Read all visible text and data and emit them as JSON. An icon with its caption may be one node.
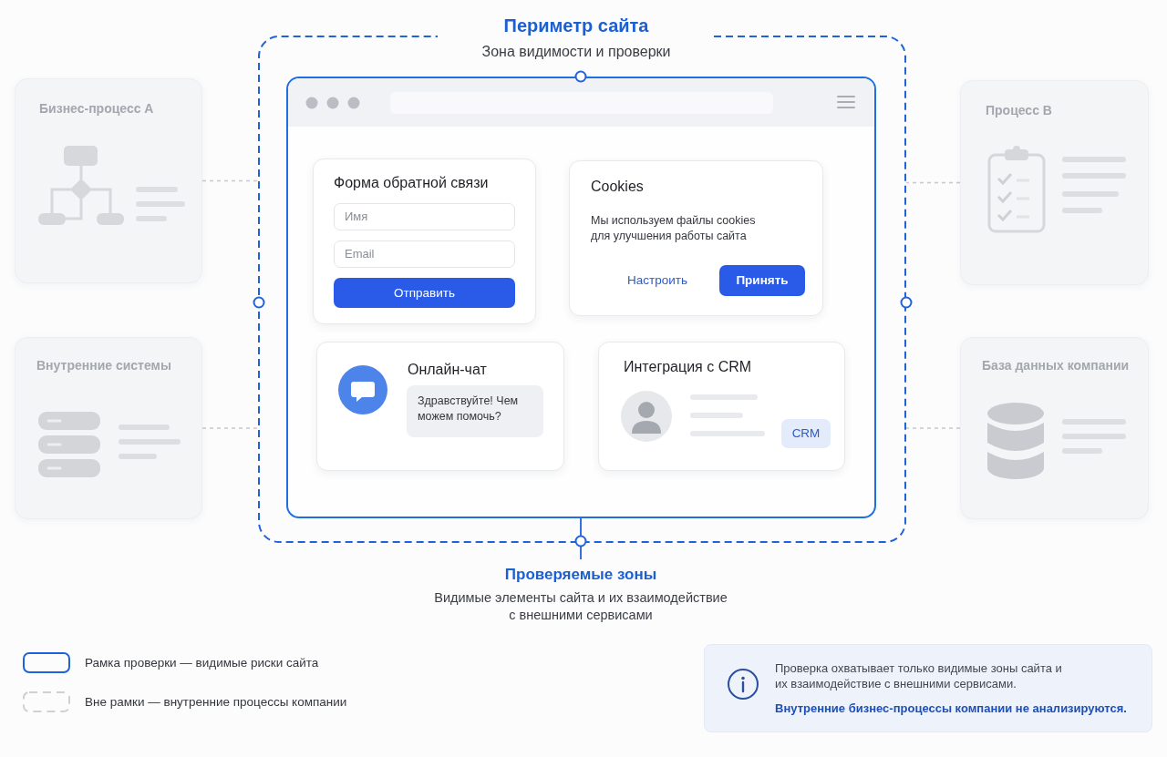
{
  "diagram": {
    "nodes": [
      {
        "text": [
          "Периметр сайта",
          "Зона видимости и проверки"
        ]
      },
      {
        "text": [],
        "shape": "box",
        "in": 0
      },
      {
        "text": [
          "Форма обратной связи",
          "Имя",
          "Email",
          "Отправить"
        ],
        "in": 1
      },
      {
        "text": [
          "Cookies",
          "Мы используем файлы cookies для улучшения работы сайта",
          "Настроить",
          "Принять"
        ],
        "in": 1
      },
      {
        "text": [
          "Онлайн-чат",
          "Здравствуйте! Чем можем помочь?"
        ],
        "in": 1
      },
      {
        "text": [
          "Интеграция с CRM",
          "CRM"
        ],
        "in": 1
      },
      {
        "text": [
          "Бизнес-процесс A"
        ]
      },
      {
        "text": [
          "Внутренние системы"
        ]
      },
      {
        "text": [
          "Процесс B"
        ]
      },
      {
        "text": [
          "База данных компании"
        ]
      },
      {
        "text": [
          "Проверяемые зоны",
          "Видимые элементы сайта и их взаимодействие с внешними сервисами"
        ]
      },
      {
        "text": [
          "Проверка охватывает только видимые зоны сайта и их взаимодействие с внешними сервисами.",
          "Внутренние бизнес-процессы компании не анализируются."
        ]
      }
    ],
    "edges": [
      {
        "from": 6,
        "to": 0,
        "arrow": "none",
        "style": "dashed"
      },
      {
        "from": 7,
        "to": 0,
        "arrow": "none",
        "style": "dashed"
      },
      {
        "from": 8,
        "to": 0,
        "arrow": "none",
        "style": "dashed"
      },
      {
        "from": 9,
        "to": 0,
        "arrow": "none",
        "style": "dashed"
      },
      {
        "from": 10,
        "to": 1,
        "arrow": "none",
        "color": "#1f63d6"
      }
    ],
    "legend": [
      {
        "text": "Рамка проверки — видимые риски сайта"
      },
      {
        "text": "Вне рамки — внутренние процессы компании"
      }
    ]
  }
}
